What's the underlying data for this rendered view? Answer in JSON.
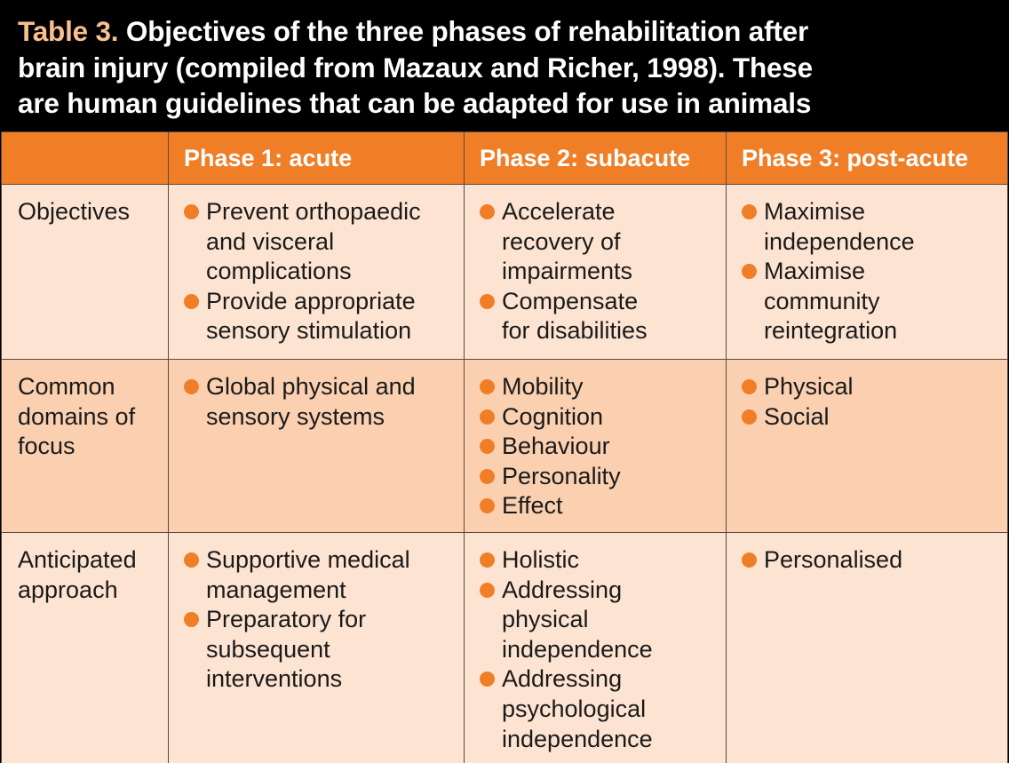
{
  "caption": {
    "label": "Table 3.",
    "lines": [
      "Objectives of the three phases of rehabilitation after",
      "brain injury (compiled from Mazaux and Richer, 1998). These",
      "are human guidelines that can be adapted for use in animals"
    ]
  },
  "table": {
    "headers": [
      "",
      "Phase 1: acute",
      "Phase 2: subacute",
      "Phase 3: post-acute"
    ],
    "rows": [
      {
        "label_lines": [
          "Objectives"
        ],
        "cells": [
          [
            [
              "Prevent orthopaedic",
              "and visceral",
              "complications"
            ],
            [
              "Provide appropriate",
              "sensory stimulation"
            ]
          ],
          [
            [
              "Accelerate",
              "recovery of",
              "impairments"
            ],
            [
              "Compensate",
              "for disabilities"
            ]
          ],
          [
            [
              "Maximise",
              "independence"
            ],
            [
              "Maximise",
              "community",
              "reintegration"
            ]
          ]
        ]
      },
      {
        "label_lines": [
          "Common",
          "domains of",
          "focus"
        ],
        "cells": [
          [
            [
              "Global physical and",
              "sensory systems"
            ]
          ],
          [
            [
              "Mobility"
            ],
            [
              "Cognition"
            ],
            [
              "Behaviour"
            ],
            [
              "Personality"
            ],
            [
              "Effect"
            ]
          ],
          [
            [
              "Physical"
            ],
            [
              "Social"
            ]
          ]
        ]
      },
      {
        "label_lines": [
          "Anticipated",
          "approach"
        ],
        "cells": [
          [
            [
              "Supportive medical",
              "management"
            ],
            [
              "Preparatory for",
              "subsequent",
              "interventions"
            ]
          ],
          [
            [
              "Holistic"
            ],
            [
              "Addressing",
              "physical",
              "independence"
            ],
            [
              "Addressing",
              "psychological",
              "independence"
            ]
          ],
          [
            [
              "Personalised"
            ]
          ]
        ]
      }
    ]
  },
  "colors": {
    "accent": "#f07e26",
    "caption_label": "#f9c08e",
    "row_light": "#fde4d2",
    "row_mid": "#fbd0b1",
    "caption_bg": "#000000"
  }
}
